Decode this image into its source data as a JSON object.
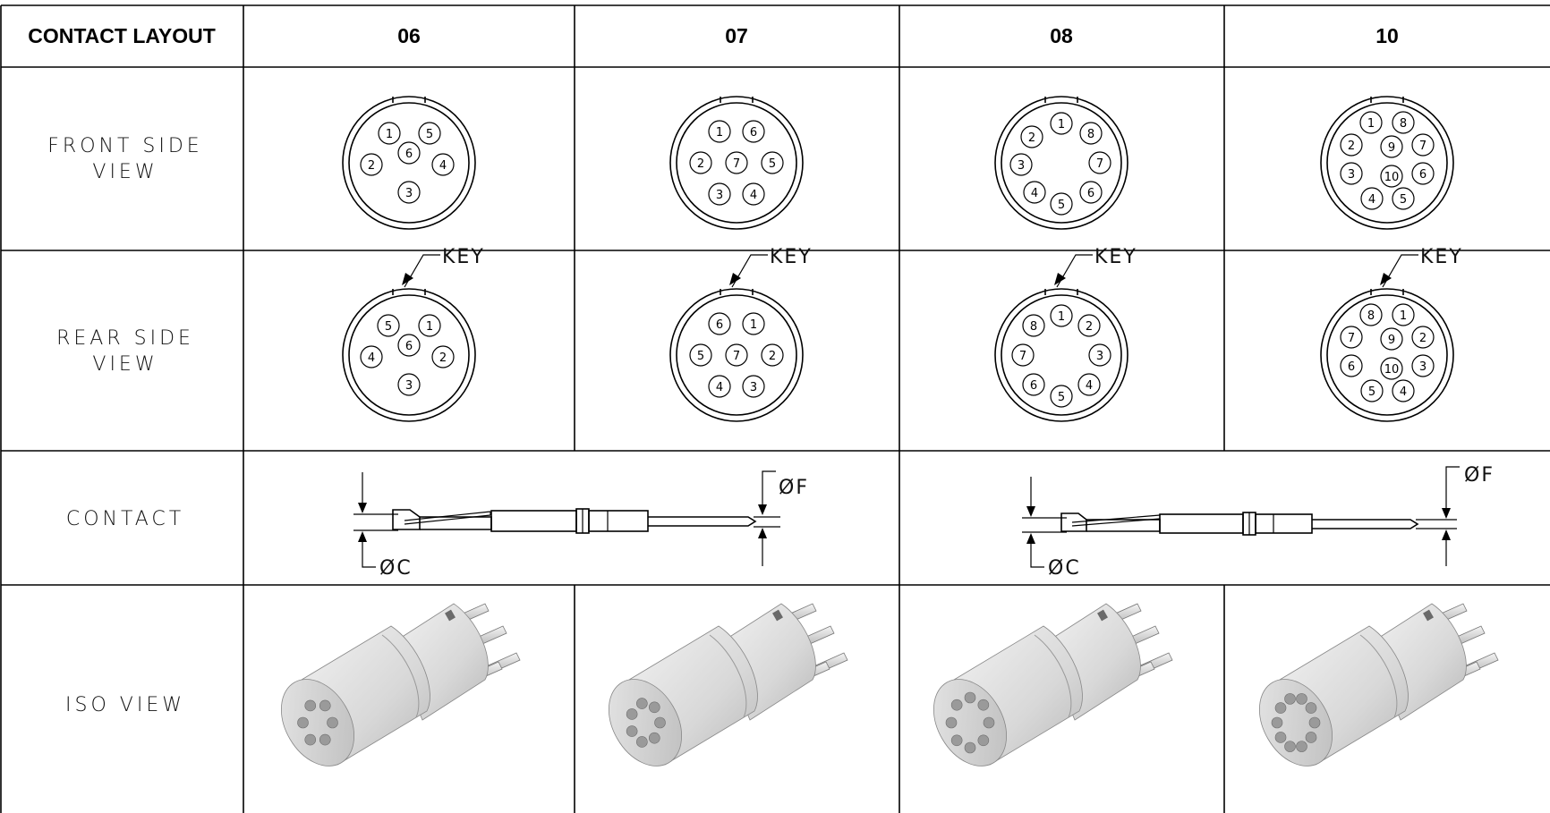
{
  "table": {
    "corner": "CONTACT LAYOUT",
    "columns": [
      "06",
      "07",
      "08",
      "10"
    ],
    "rows": {
      "front": "FRONT SIDE VIEW",
      "rear": "REAR SIDE VIEW",
      "contact": "CONTACT",
      "iso": "ISO VIEW"
    }
  },
  "callouts": {
    "key": "KEY",
    "dia_c": "ØC",
    "dia_f": "ØF"
  },
  "layouts": [
    {
      "id": "06",
      "front": [
        "1",
        "5",
        "2",
        "6",
        "4",
        "3"
      ],
      "rear": [
        "5",
        "1",
        "4",
        "6",
        "2",
        "3"
      ]
    },
    {
      "id": "07",
      "front": [
        "1",
        "6",
        "2",
        "7",
        "5",
        "3",
        "4"
      ],
      "rear": [
        "6",
        "1",
        "5",
        "7",
        "2",
        "4",
        "3"
      ]
    },
    {
      "id": "08",
      "front": [
        "1",
        "8",
        "2",
        "7",
        "3",
        "6",
        "4",
        "5"
      ],
      "rear": [
        "1",
        "2",
        "8",
        "3",
        "7",
        "4",
        "6",
        "5"
      ]
    },
    {
      "id": "10",
      "front": [
        "1",
        "8",
        "2",
        "9",
        "7",
        "3",
        "10",
        "6",
        "4",
        "5"
      ],
      "rear": [
        "8",
        "1",
        "7",
        "9",
        "2",
        "6",
        "10",
        "3",
        "5",
        "4"
      ]
    }
  ]
}
